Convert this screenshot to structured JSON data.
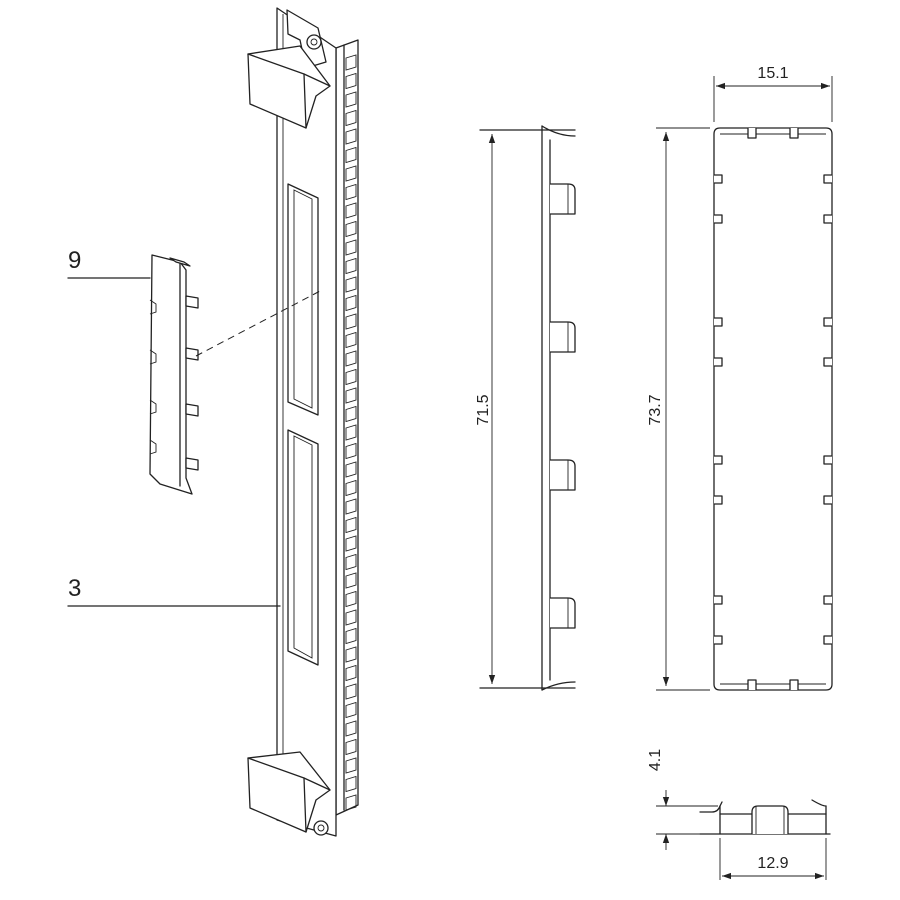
{
  "callouts": {
    "part_9": "9",
    "part_3": "3"
  },
  "dimensions": {
    "side_height": "71.5",
    "front_height": "73.7",
    "front_width": "15.1",
    "bottom_depth": "4.1",
    "bottom_width": "12.9"
  },
  "colors": {
    "line": "#222222",
    "background": "#ffffff"
  }
}
